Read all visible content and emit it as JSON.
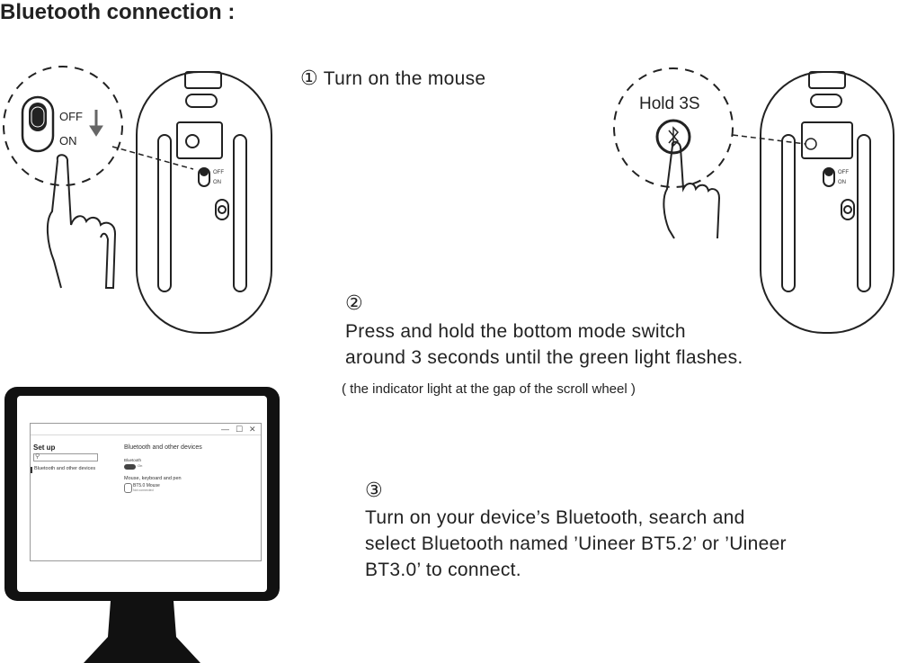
{
  "title": "Bluetooth connection :",
  "step1": {
    "num": "①",
    "text": "Turn on the mouse"
  },
  "step2": {
    "num": "②",
    "line1": "Press and hold the bottom mode switch",
    "line2": "around 3 seconds until the green light flashes.",
    "note": "( the indicator light at the gap of the scroll wheel )"
  },
  "step3": {
    "num": "③",
    "line1": "Turn on your device’s Bluetooth, search and",
    "line2": "select Bluetooth named ’Uineer BT5.2’ or ’Uineer",
    "line3": "BT3.0’  to connect."
  },
  "zoom1": {
    "off": "OFF",
    "on": "ON"
  },
  "zoom2": {
    "hold": "Hold 3S"
  },
  "mouse_switch": {
    "off": "OFF",
    "on": "ON"
  },
  "window": {
    "controls": [
      "—",
      "☐",
      "✕"
    ],
    "setup": "Set up",
    "nav_item": "Bluetooth and other devices",
    "heading": "Bluetooth and other devices",
    "bluetooth_label": "Bluetooth",
    "toggle_text": "On",
    "mouse_section": "Mouse, keyboard and pen",
    "device_name": "BT5.0 Mouse",
    "device_status": "Not connected"
  }
}
